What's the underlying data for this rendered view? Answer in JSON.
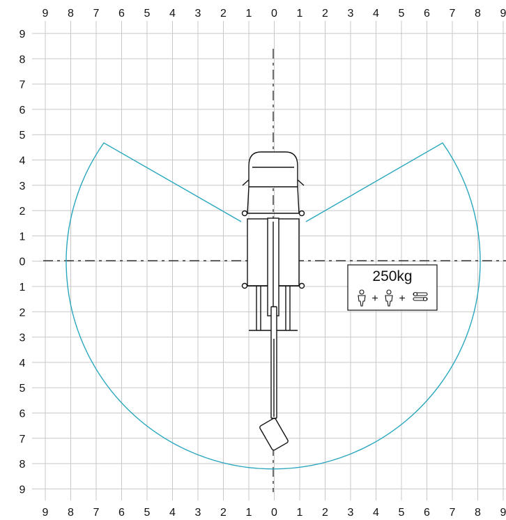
{
  "grid": {
    "top_labels": [
      "9",
      "8",
      "7",
      "6",
      "5",
      "4",
      "3",
      "2",
      "1",
      "0",
      "1",
      "2",
      "3",
      "4",
      "5",
      "6",
      "7",
      "8",
      "9"
    ],
    "bottom_labels": [
      "9",
      "8",
      "7",
      "6",
      "5",
      "4",
      "3",
      "2",
      "1",
      "0",
      "1",
      "2",
      "3",
      "4",
      "5",
      "6",
      "7",
      "8",
      "9"
    ],
    "left_labels": [
      "9",
      "8",
      "7",
      "6",
      "5",
      "4",
      "3",
      "2",
      "1",
      "0",
      "1",
      "2",
      "3",
      "4",
      "5",
      "6",
      "7",
      "8",
      "9"
    ]
  },
  "capacity": {
    "load": "250kg",
    "icons": [
      "person-icon",
      "person-icon",
      "tools-icon"
    ],
    "separator": "+"
  },
  "colors": {
    "reach_envelope": "#2aa7bf",
    "grid": "#c8c8c8",
    "ink": "#111111"
  }
}
